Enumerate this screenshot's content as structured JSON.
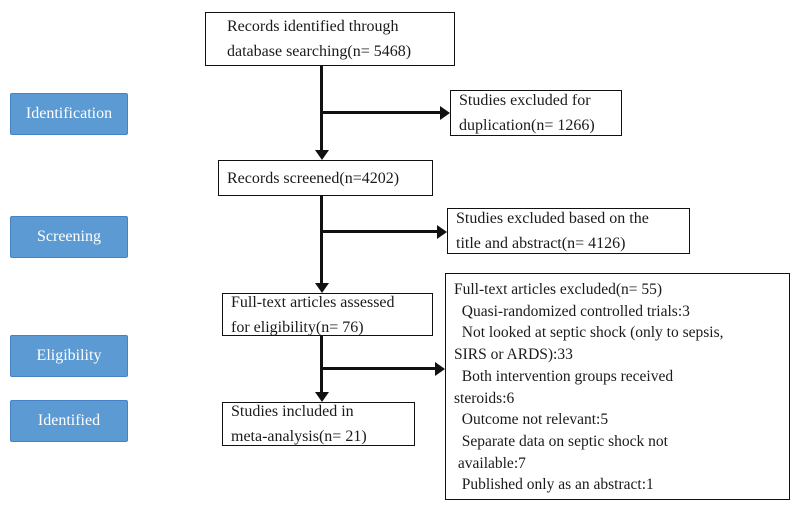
{
  "stages": [
    "Identification",
    "Screening",
    "Eligibility",
    "Identified"
  ],
  "boxes": {
    "records_identified": "Records identified through\ndatabase searching(n= 5468)",
    "records_screened": "Records screened(n=4202)",
    "fulltext_assessed": "Full-text articles assessed\nfor eligibility(n= 76)",
    "studies_included": "Studies included in\nmeta-analysis(n= 21)",
    "excluded_duplication": "Studies excluded for\nduplication(n= 1266)",
    "excluded_title_abstract": "Studies excluded based on the\ntitle and abstract(n= 4126)",
    "excluded_fulltext": "Full-text articles excluded(n= 55)\n  Quasi-randomized controlled trials:3\n  Not looked at septic shock (only to sepsis,\nSIRS or ARDS):33\n  Both intervention groups received\nsteroids:6\n  Outcome not relevant:5\n  Separate data on septic shock not\n available:7\n  Published only as an abstract:1"
  },
  "colors": {
    "stage_fill": "#5b9ad2",
    "stage_border": "#4583c6",
    "line_color": "#111111"
  }
}
